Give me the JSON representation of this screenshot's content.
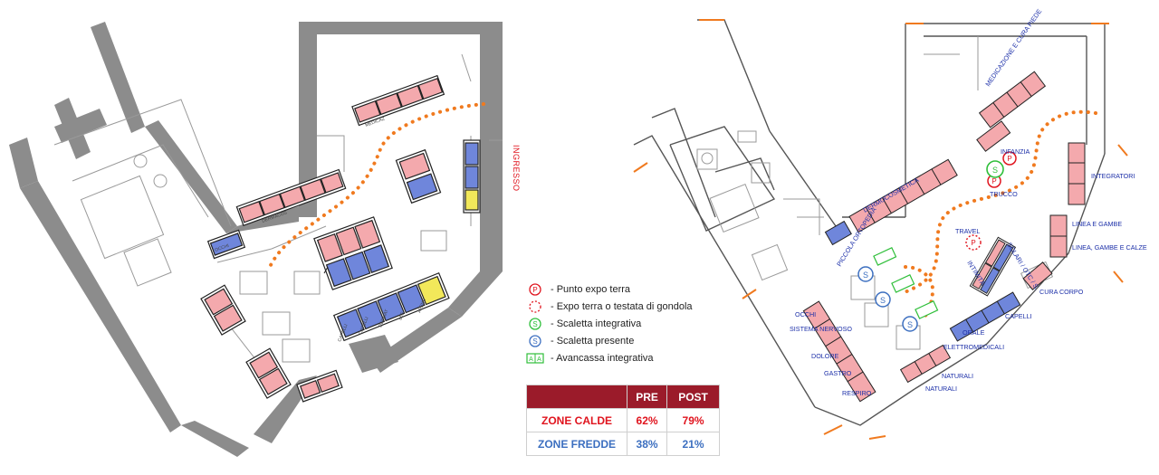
{
  "left_plan": {
    "entrance_label": "INGRESSO",
    "shelf_labels": [
      "CAPELLI",
      "CAPELLI",
      "DERMAT",
      "LEF",
      "AVENE",
      "DERMACOS",
      "MEDICAZ",
      "OCCHI"
    ]
  },
  "right_plan": {
    "labels": {
      "medicazione": "MEDICAZIONE E CURA PIEDE",
      "infanzia": "INFANZIA",
      "dermocosmetica": "DERMOCOSMETICA",
      "trucco": "TRUCCO",
      "integratori": "INTEGRATORI",
      "piccola_ortopedia": "PICCOLA ORTOPEDIA",
      "linea_e_gambe": "LINEA E GAMBE",
      "linea_gambe_calze": "LINEA, GAMBE E CALZE",
      "travel": "TRAVEL",
      "solari": "SOLARI / OTC / S.",
      "intimita": "INTIMITÀ",
      "cura_corpo": "CURA CORPO",
      "capelli": "CAPELLI",
      "orale": "ORALE",
      "elettromedicali": "ELETTROMEDICALI",
      "occhi": "OCCHI",
      "sistema_nervoso": "SISTEMA NERVOSO",
      "dolore": "DOLORE",
      "gastro": "GASTRO",
      "respiro": "RESPIRO",
      "naturali_1": "NATURALI",
      "naturali_2": "NATURALI"
    },
    "marker_letters": {
      "p": "P",
      "s": "S",
      "a": "A"
    }
  },
  "legend": [
    {
      "icon": "punto-expo-terra-icon",
      "text": "- Punto expo terra"
    },
    {
      "icon": "expo-testata-icon",
      "text": "- Expo terra o testata di gondola"
    },
    {
      "icon": "scaletta-integrativa-icon",
      "text": "- Scaletta integrativa"
    },
    {
      "icon": "scaletta-presente-icon",
      "text": "- Scaletta presente"
    },
    {
      "icon": "avancassa-icon",
      "text": "- Avancassa integrativa"
    }
  ],
  "zones_table": {
    "headers": [
      "",
      "PRE",
      "POST"
    ],
    "rows": [
      {
        "label": "ZONE CALDE",
        "pre": "62%",
        "post": "79%"
      },
      {
        "label": "ZONE FREDDE",
        "pre": "38%",
        "post": "21%"
      }
    ]
  },
  "colors": {
    "hot": "#e0141e",
    "cold": "#3c6fc0",
    "wall": "#8c8c8c",
    "shelf_red": "#f4a9ad",
    "shelf_blue": "#6f86db",
    "shelf_yellow": "#f2e85a",
    "path": "#f07a1f",
    "table_header": "#9b1b2a",
    "label_blue": "#1c2fa8"
  }
}
